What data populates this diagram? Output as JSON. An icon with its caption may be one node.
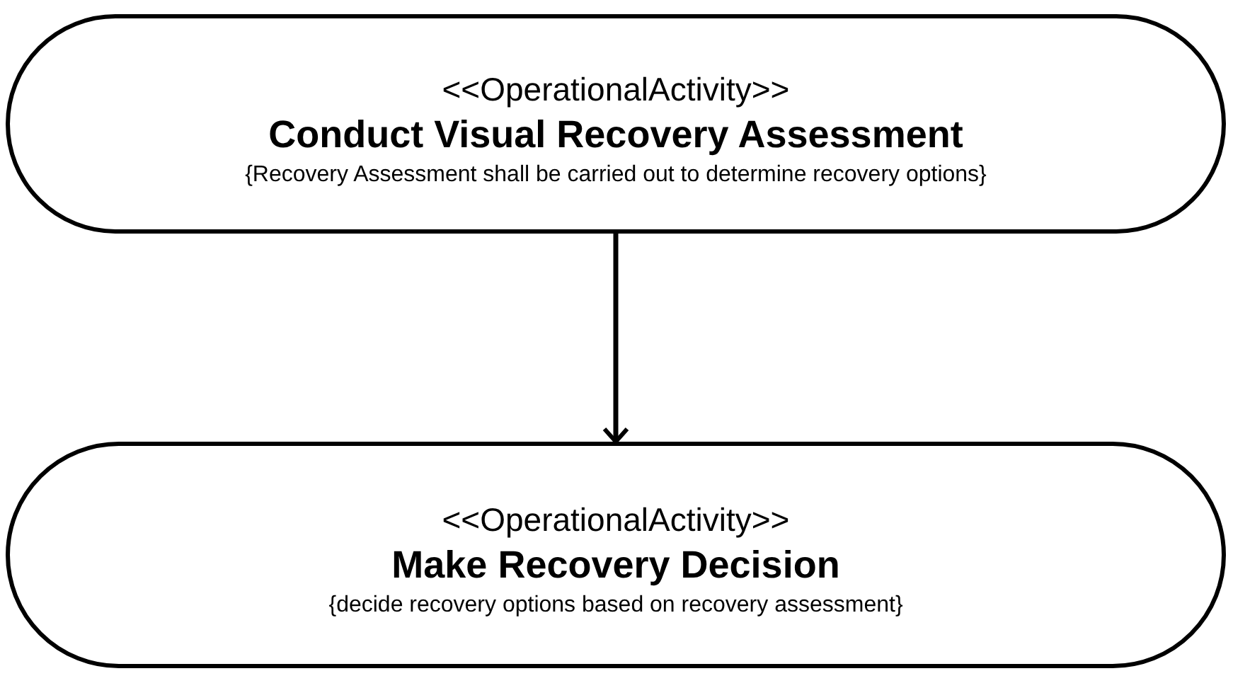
{
  "diagram": {
    "nodes": [
      {
        "text": [
          "<<OperationalActivity>>",
          "Conduct Visual Recovery Assessment",
          "{Recovery Assessment shall be carried out to determine recovery options}"
        ]
      },
      {
        "text": [
          "<<OperationalActivity>>",
          "Make Recovery Decision",
          "{decide recovery options based on recovery assessment}"
        ]
      }
    ],
    "edges": [
      {
        "from": 0,
        "to": 1,
        "arrow": "to"
      }
    ]
  }
}
